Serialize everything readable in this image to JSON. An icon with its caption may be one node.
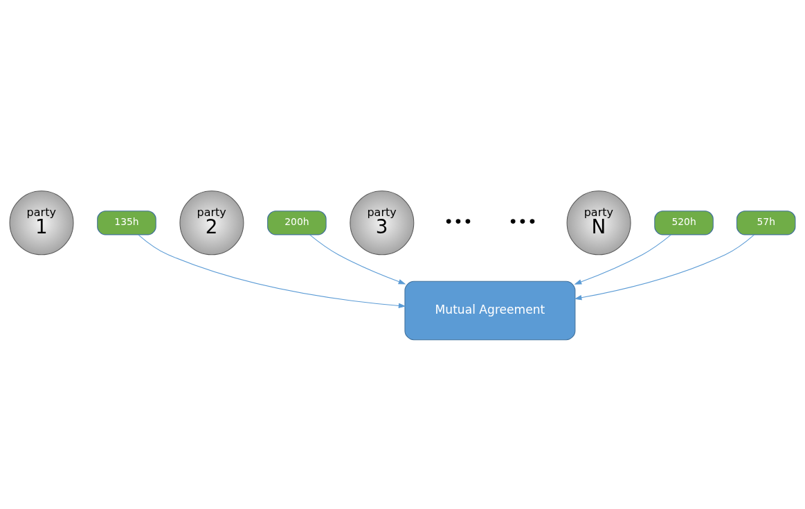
{
  "diagram": {
    "nodes": [
      {
        "text": [
          "party",
          "1"
        ]
      },
      {
        "text": [
          "party",
          "2"
        ]
      },
      {
        "text": [
          "party",
          "3"
        ]
      },
      {
        "text": [
          "party",
          "N"
        ]
      },
      {
        "text": [
          "135h"
        ]
      },
      {
        "text": [
          "200h"
        ]
      },
      {
        "text": [
          "57h"
        ]
      },
      {
        "text": [
          "520h"
        ]
      },
      {
        "text": [
          "Mutual Agreement"
        ]
      }
    ],
    "edges": [
      {
        "from": 4,
        "to": 8,
        "arrow": "to"
      },
      {
        "from": 5,
        "to": 8,
        "arrow": "to"
      },
      {
        "from": 6,
        "to": 8,
        "arrow": "to"
      },
      {
        "from": 7,
        "to": 8,
        "arrow": "to"
      }
    ],
    "labels": [
      "•••",
      "•••"
    ]
  }
}
